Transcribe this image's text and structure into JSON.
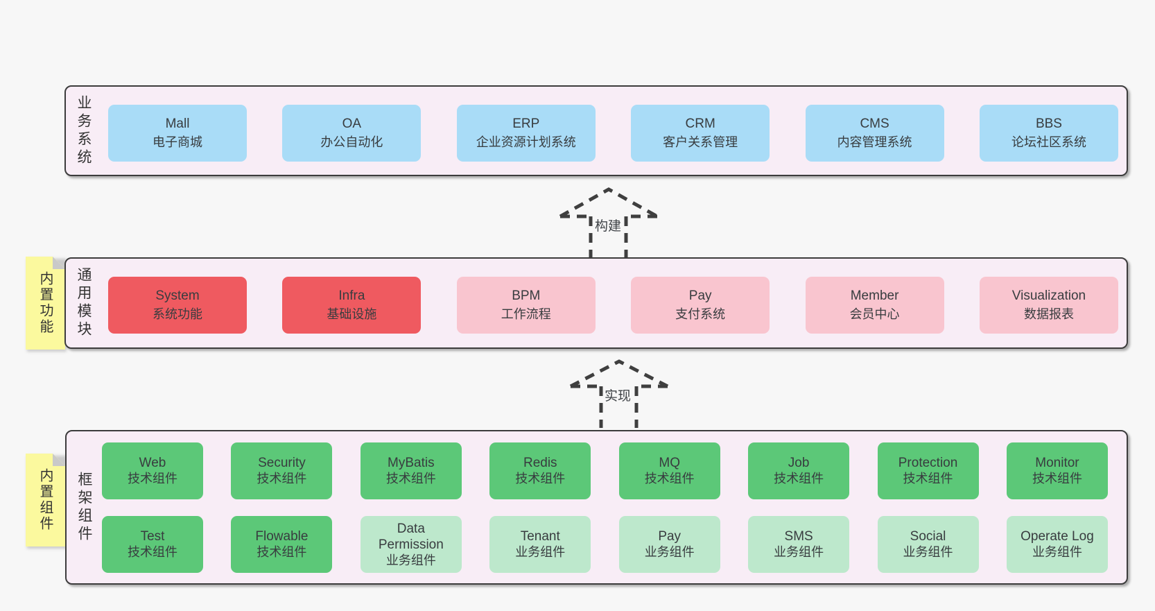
{
  "colors": {
    "page_bg": "#f7f7f7",
    "panel_bg": "#f8edf6",
    "panel_border": "#3c3c3c",
    "blue_box": "#a9dcf7",
    "red_box": "#ef5a60",
    "pink_box": "#f9c5cf",
    "green_box": "#5cc878",
    "light_green_box": "#bde8cc",
    "sticky_yellow": "#fbf99e",
    "sticky_fold_gray": "#c9c9c9",
    "text": "#383c3f",
    "arrow_dash": "#3f3f3f"
  },
  "sections": {
    "business": {
      "label": "业务系统",
      "boxes": [
        {
          "title": "Mall",
          "subtitle": "电子商城",
          "variant": "blue"
        },
        {
          "title": "OA",
          "subtitle": "办公自动化",
          "variant": "blue"
        },
        {
          "title": "ERP",
          "subtitle": "企业资源计划系统",
          "variant": "blue"
        },
        {
          "title": "CRM",
          "subtitle": "客户关系管理",
          "variant": "blue"
        },
        {
          "title": "CMS",
          "subtitle": "内容管理系统",
          "variant": "blue"
        },
        {
          "title": "BBS",
          "subtitle": "论坛社区系统",
          "variant": "blue"
        }
      ]
    },
    "modules": {
      "label": "通用模块",
      "sticky": "内置功能",
      "boxes": [
        {
          "title": "System",
          "subtitle": "系统功能",
          "variant": "red"
        },
        {
          "title": "Infra",
          "subtitle": "基础设施",
          "variant": "red"
        },
        {
          "title": "BPM",
          "subtitle": "工作流程",
          "variant": "pink"
        },
        {
          "title": "Pay",
          "subtitle": "支付系统",
          "variant": "pink"
        },
        {
          "title": "Member",
          "subtitle": "会员中心",
          "variant": "pink"
        },
        {
          "title": "Visualization",
          "subtitle": "数据报表",
          "variant": "pink"
        }
      ]
    },
    "components": {
      "label": "框架组件",
      "sticky": "内置组件",
      "rows": [
        [
          {
            "title": "Web",
            "subtitle": "技术组件",
            "variant": "green"
          },
          {
            "title": "Security",
            "subtitle": "技术组件",
            "variant": "green"
          },
          {
            "title": "MyBatis",
            "subtitle": "技术组件",
            "variant": "green"
          },
          {
            "title": "Redis",
            "subtitle": "技术组件",
            "variant": "green"
          },
          {
            "title": "MQ",
            "subtitle": "技术组件",
            "variant": "green"
          },
          {
            "title": "Job",
            "subtitle": "技术组件",
            "variant": "green"
          },
          {
            "title": "Protection",
            "subtitle": "技术组件",
            "variant": "green"
          },
          {
            "title": "Monitor",
            "subtitle": "技术组件",
            "variant": "green"
          }
        ],
        [
          {
            "title": "Test",
            "subtitle": "技术组件",
            "variant": "green"
          },
          {
            "title": "Flowable",
            "subtitle": "技术组件",
            "variant": "green"
          },
          {
            "title": "Data Permission",
            "subtitle": "业务组件",
            "variant": "light-green"
          },
          {
            "title": "Tenant",
            "subtitle": "业务组件",
            "variant": "light-green"
          },
          {
            "title": "Pay",
            "subtitle": "业务组件",
            "variant": "light-green"
          },
          {
            "title": "SMS",
            "subtitle": "业务组件",
            "variant": "light-green"
          },
          {
            "title": "Social",
            "subtitle": "业务组件",
            "variant": "light-green"
          },
          {
            "title": "Operate Log",
            "subtitle": "业务组件",
            "variant": "light-green"
          }
        ]
      ]
    }
  },
  "arrows": [
    {
      "label": "构建"
    },
    {
      "label": "实现"
    }
  ]
}
